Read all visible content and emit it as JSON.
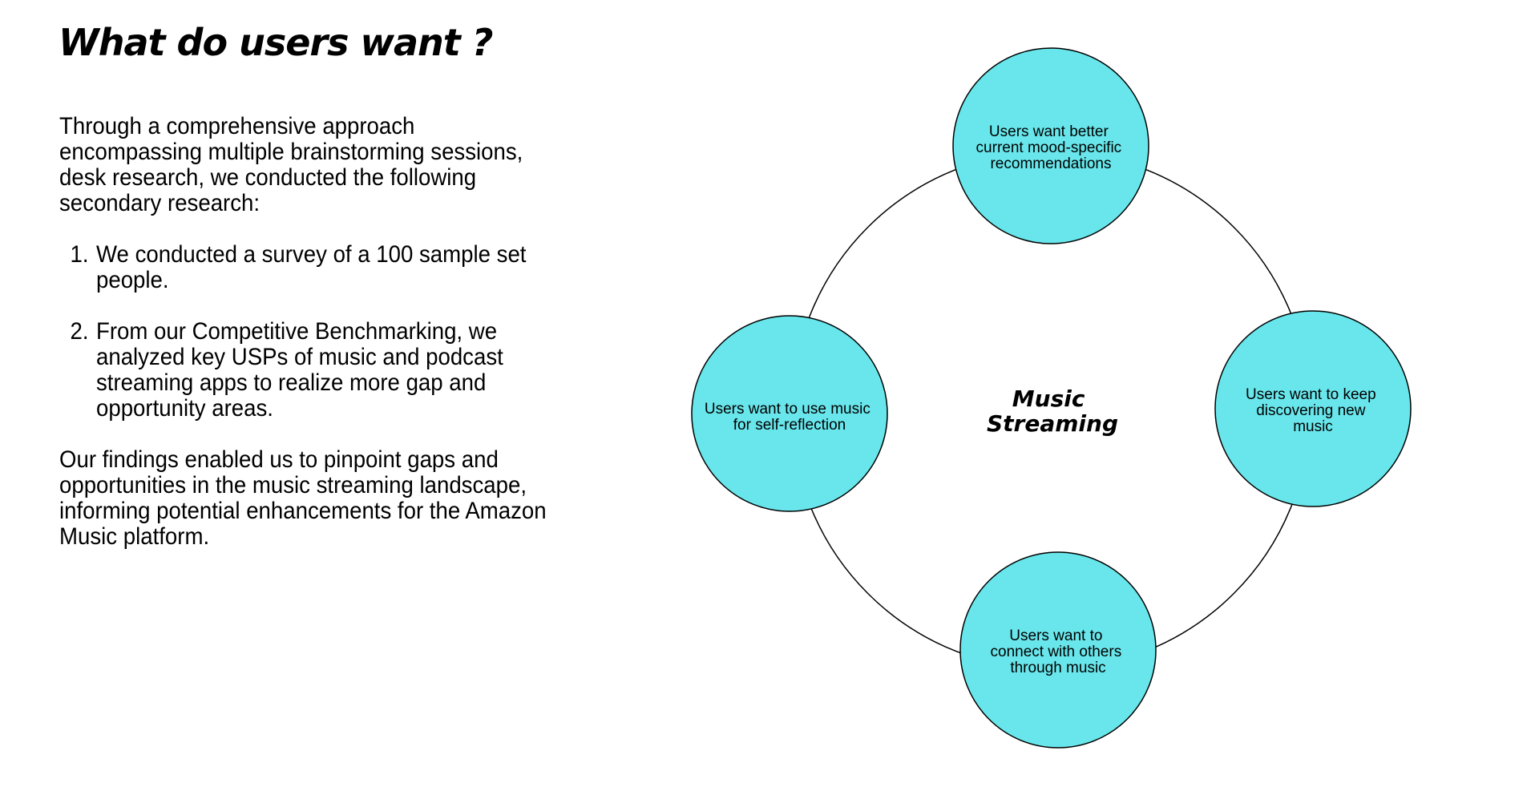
{
  "title": "What do users want ?",
  "intro": "Through a comprehensive approach encompassing multiple brainstorming sessions, desk research, we conducted the following secondary research:",
  "list_items": [
    "We conducted a survey of a 100 sample set people.",
    "From our Competitive Benchmarking, we analyzed key USPs of music and podcast streaming apps to realize more gap and opportunity areas."
  ],
  "conclusion": "Our findings enabled us to pinpoint gaps and opportunities in the music streaming landscape, informing potential enhancements for the Amazon Music platform.",
  "diagram": {
    "center_lines": [
      "Music",
      "Streaming"
    ],
    "nodes": [
      {
        "id": "top",
        "lines": [
          "Users want better",
          "current mood-specific",
          "recommendations"
        ]
      },
      {
        "id": "right",
        "lines": [
          "Users want to keep",
          "discovering new",
          "music"
        ]
      },
      {
        "id": "bottom",
        "lines": [
          "Users want to",
          "connect with others",
          "through music"
        ]
      },
      {
        "id": "left",
        "lines": [
          "Users want to use music",
          "for self-reflection"
        ]
      }
    ],
    "node_fill": "#68e6eb",
    "stroke": "#000000"
  }
}
